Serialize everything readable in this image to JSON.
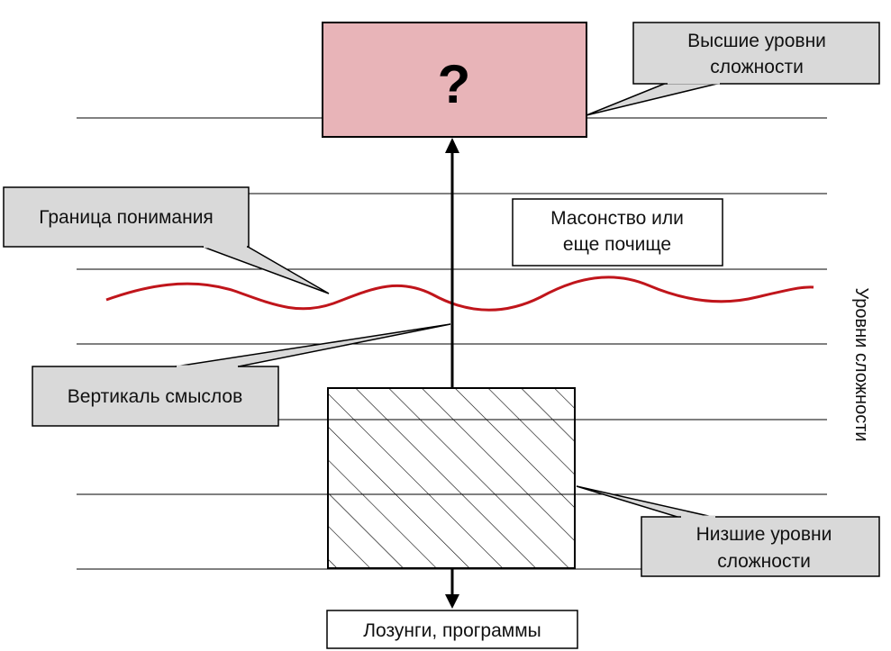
{
  "top_box": {
    "label": "?",
    "fill": "#e8b4b8"
  },
  "callout_high": {
    "line1": "Высшие уровни",
    "line2": "сложности"
  },
  "callout_border": {
    "text": "Граница понимания"
  },
  "masonry_box": {
    "line1": "Масонство или",
    "line2": "еще почище"
  },
  "callout_vertical": {
    "text": "Вертикаль смыслов"
  },
  "callout_low": {
    "line1": "Низшие уровни",
    "line2": "сложности"
  },
  "bottom_box": {
    "text": "Лозунги, программы"
  },
  "side_label": {
    "text": "Уровни сложности"
  },
  "colors": {
    "wave": "#c0151b",
    "callout_fill": "#d9d9d9",
    "line": "#000000"
  }
}
